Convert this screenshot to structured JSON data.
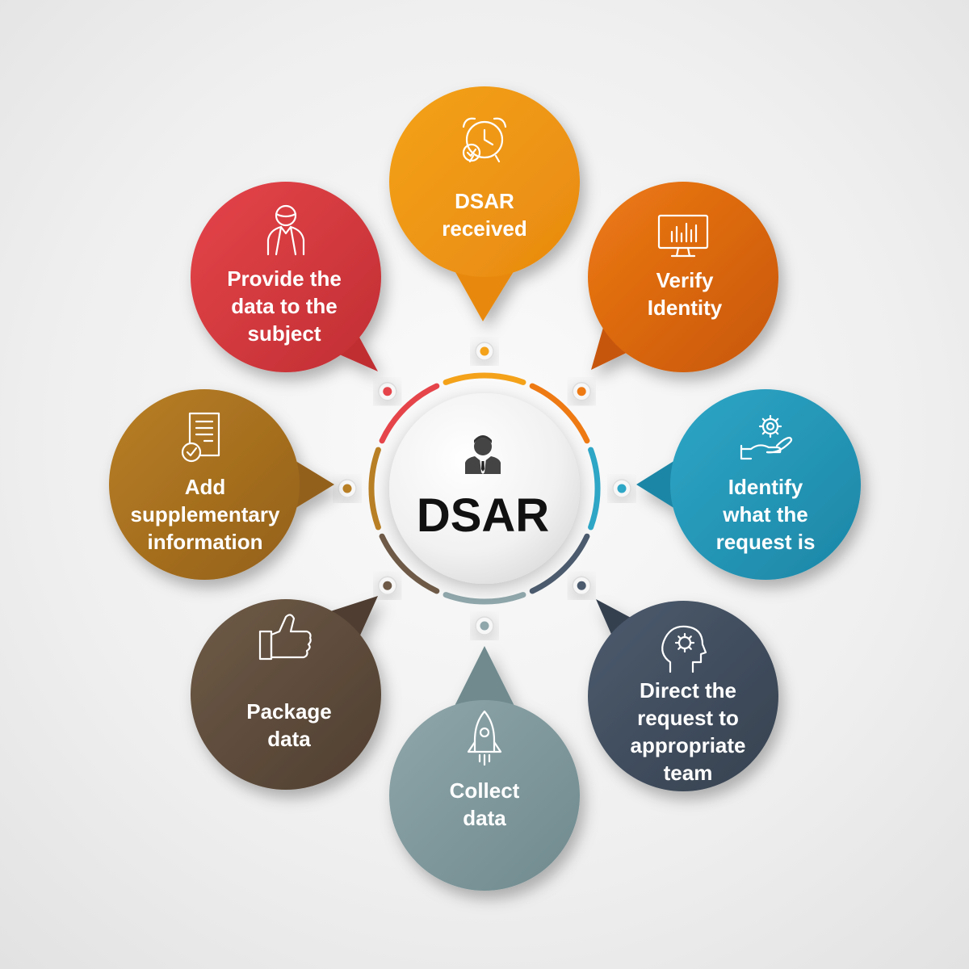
{
  "center": {
    "label": "DSAR",
    "icon": "businessman-icon"
  },
  "steps": [
    {
      "id": "received",
      "lines": [
        "DSAR",
        "received"
      ],
      "color": "#F4A21A",
      "dark": "#E8890F",
      "icon": "alarm-clock-check-icon"
    },
    {
      "id": "verify",
      "lines": [
        "Verify",
        "Identity"
      ],
      "color": "#EE7A14",
      "dark": "#C7560A",
      "icon": "monitor-chart-icon"
    },
    {
      "id": "identify",
      "lines": [
        "Identify",
        "what the",
        "request is"
      ],
      "color": "#2EA6C6",
      "dark": "#1C86A6",
      "icon": "gear-hand-icon"
    },
    {
      "id": "direct",
      "lines": [
        "Direct the",
        "request to",
        "appropriate",
        "team"
      ],
      "color": "#4C5B6E",
      "dark": "#36414F",
      "icon": "head-gear-icon"
    },
    {
      "id": "collect",
      "lines": [
        "Collect",
        "data"
      ],
      "color": "#8FA6AA",
      "dark": "#6F8A8E",
      "icon": "rocket-icon"
    },
    {
      "id": "package",
      "lines": [
        "Package",
        "data"
      ],
      "color": "#6E5A47",
      "dark": "#4F3E30",
      "icon": "thumbs-up-icon"
    },
    {
      "id": "supplement",
      "lines": [
        "Add",
        "supplementary",
        "information"
      ],
      "color": "#B97F24",
      "dark": "#93601A",
      "icon": "document-check-icon"
    },
    {
      "id": "provide",
      "lines": [
        "Provide the",
        "data to the",
        "subject"
      ],
      "color": "#E5454A",
      "dark": "#C02E33",
      "icon": "person-icon"
    }
  ]
}
